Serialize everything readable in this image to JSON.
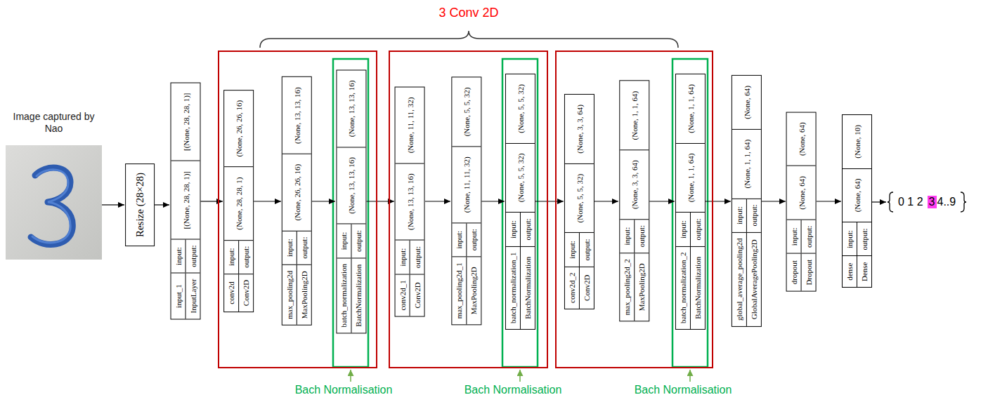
{
  "diagram": {
    "nodes": [
      {
        "text": [
          "Image captured by Nao"
        ]
      },
      {
        "text": [
          "Resize (28×28)"
        ]
      },
      {
        "text": [
          "input_1",
          "InputLayer",
          "input:",
          "output:",
          "[(None, 28, 28, 1)]",
          "[(None, 28, 28, 1)]"
        ]
      },
      {
        "text": []
      },
      {
        "text": [
          "conv2d",
          "Conv2D",
          "input:",
          "output:",
          "(None, 28, 28, 1)",
          "(None, 26, 26, 16)"
        ],
        "in": 3
      },
      {
        "text": [
          "max_pooling2d",
          "MaxPooling2D",
          "input:",
          "output:",
          "(None, 26, 26, 16)",
          "(None, 13, 13, 16)"
        ],
        "in": 3
      },
      {
        "text": [
          "batch_normalization",
          "BatchNormalization",
          "input:",
          "output:",
          "(None, 13, 13, 16)",
          "(None, 13, 13, 16)"
        ],
        "in": 3
      },
      {
        "text": []
      },
      {
        "text": [
          "conv2d_1",
          "Conv2D",
          "input:",
          "output:",
          "(None, 13, 13, 16)",
          "(None, 11, 11, 32)"
        ],
        "in": 7
      },
      {
        "text": [
          "max_pooling2d_1",
          "MaxPooling2D",
          "input:",
          "output:",
          "(None, 11, 11, 32)",
          "(None, 5, 5, 32)"
        ],
        "in": 7
      },
      {
        "text": [
          "batch_normalization_1",
          "BatchNormalization",
          "input:",
          "output:",
          "(None, 5, 5, 32)",
          "(None, 5, 5, 32)"
        ],
        "in": 7
      },
      {
        "text": []
      },
      {
        "text": [
          "conv2d_2",
          "Conv2D",
          "input:",
          "output:",
          "(None, 5, 5, 32)",
          "(None, 3, 3, 64)"
        ],
        "in": 11
      },
      {
        "text": [
          "max_pooling2d_2",
          "MaxPooling2D",
          "input:",
          "output:",
          "(None, 3, 3, 64)",
          "(None, 1, 1, 64)"
        ],
        "in": 11
      },
      {
        "text": [
          "batch_normalization_2",
          "BatchNormalization",
          "input:",
          "output:",
          "(None, 1, 1, 64)",
          "(None, 1, 1, 64)"
        ],
        "in": 11
      },
      {
        "text": [
          "global_average_pooling2d",
          "GlobalAveragePooling2D",
          "input:",
          "output:",
          "(None, 1, 1, 64)",
          "(None, 64)"
        ]
      },
      {
        "text": [
          "dropout",
          "Dropout",
          "input:",
          "output:",
          "(None, 64)",
          "(None, 64)"
        ]
      },
      {
        "text": [
          "dense",
          "Dense",
          "input:",
          "output:",
          "(None, 64)",
          "(None, 10)"
        ]
      },
      {
        "text": [
          "0 1 2",
          "3",
          "4..9"
        ]
      }
    ],
    "edges": [
      {
        "from": 0,
        "to": 1,
        "arrow": "to"
      },
      {
        "from": 1,
        "to": 2,
        "arrow": "to"
      },
      {
        "from": 2,
        "to": 4,
        "arrow": "to"
      },
      {
        "from": 4,
        "to": 5,
        "arrow": "to"
      },
      {
        "from": 5,
        "to": 6,
        "arrow": "to"
      },
      {
        "from": 6,
        "to": 8,
        "arrow": "to"
      },
      {
        "from": 8,
        "to": 9,
        "arrow": "to"
      },
      {
        "from": 9,
        "to": 10,
        "arrow": "to"
      },
      {
        "from": 10,
        "to": 12,
        "arrow": "to"
      },
      {
        "from": 12,
        "to": 13,
        "arrow": "to"
      },
      {
        "from": 13,
        "to": 14,
        "arrow": "to"
      },
      {
        "from": 14,
        "to": 15,
        "arrow": "to"
      },
      {
        "from": 15,
        "to": 16,
        "arrow": "to"
      },
      {
        "from": 16,
        "to": 17,
        "arrow": "to"
      },
      {
        "from": 17,
        "to": 18,
        "arrow": "to"
      }
    ],
    "labels": [
      "3 Conv 2D",
      "Bach Normalisation",
      "Bach Normalisation",
      "Bach Normalisation"
    ]
  }
}
